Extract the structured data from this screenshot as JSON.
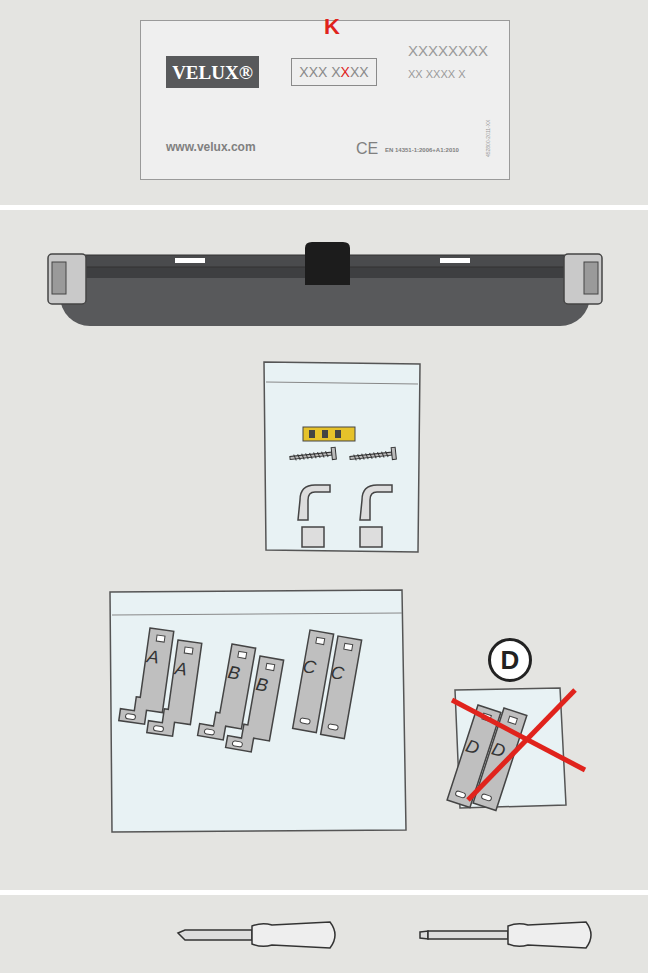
{
  "diagram": {
    "nodes": [
      {
        "text": [
          "XXXXXXXX",
          "XX XXXX X",
          "www.velux.com",
          "EN 14351-1:2006+A1:2010",
          "452800-2011-XX"
        ]
      },
      {
        "text": [
          "VELUX®"
        ],
        "in": 0
      },
      {
        "text": [
          "XXX XXXX"
        ],
        "in": 0
      },
      {
        "text": [
          "D"
        ]
      }
    ],
    "labels": [
      "K",
      "CE",
      "A",
      "A",
      "B",
      "B",
      "C",
      "C",
      "D",
      "D"
    ]
  }
}
